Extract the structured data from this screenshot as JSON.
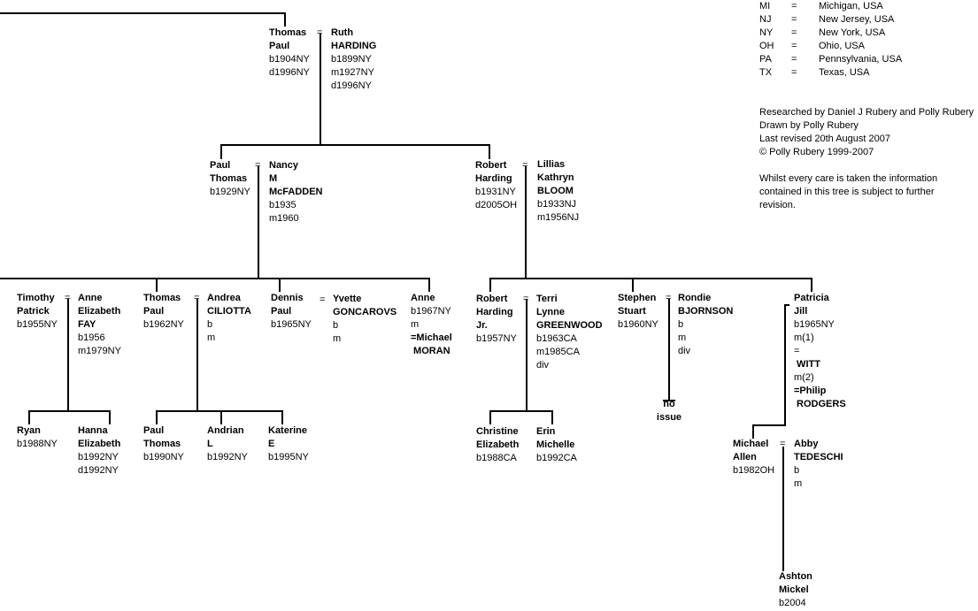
{
  "legend": [
    {
      "code": "MI",
      "eq": "=",
      "name": "Michigan, USA"
    },
    {
      "code": "NJ",
      "eq": "=",
      "name": "New Jersey, USA"
    },
    {
      "code": "NY",
      "eq": "=",
      "name": "New York, USA"
    },
    {
      "code": "OH",
      "eq": "=",
      "name": "Ohio, USA"
    },
    {
      "code": "PA",
      "eq": "=",
      "name": "Pennsylvania, USA"
    },
    {
      "code": "TX",
      "eq": "=",
      "name": "Texas, USA"
    }
  ],
  "credits": [
    "Researched by Daniel J Rubery and Polly Rubery",
    "Drawn by Polly Rubery",
    "Last revised 20th August 2007",
    "© Polly Rubery 1999-2007"
  ],
  "disclaimer": [
    "Whilst every care is taken the information",
    "contained in this tree is subject to further",
    "revision."
  ],
  "people": {
    "thomas_paul_sr": [
      {
        "t": "Thomas",
        "b": true
      },
      {
        "t": "Paul",
        "b": true
      },
      {
        "t": "b1904NY"
      },
      {
        "t": "d1996NY"
      }
    ],
    "ruth_harding": [
      {
        "t": "Ruth",
        "b": true
      },
      {
        "t": "HARDING",
        "b": true
      },
      {
        "t": "b1899NY"
      },
      {
        "t": "m1927NY"
      },
      {
        "t": "d1996NY"
      }
    ],
    "paul_thomas": [
      {
        "t": "Paul",
        "b": true
      },
      {
        "t": "Thomas",
        "b": true
      },
      {
        "t": "b1929NY"
      }
    ],
    "nancy_mcfadden": [
      {
        "t": "Nancy",
        "b": true
      },
      {
        "t": "M",
        "b": true
      },
      {
        "t": "McFADDEN",
        "b": true
      },
      {
        "t": "b1935"
      },
      {
        "t": "m1960"
      }
    ],
    "robert_harding": [
      {
        "t": "Robert",
        "b": true
      },
      {
        "t": "Harding",
        "b": true
      },
      {
        "t": "b1931NY"
      },
      {
        "t": "d2005OH"
      }
    ],
    "lillias_bloom": [
      {
        "t": "Lillias",
        "b": true
      },
      {
        "t": "Kathryn",
        "b": true
      },
      {
        "t": "BLOOM",
        "b": true
      },
      {
        "t": "b1933NJ"
      },
      {
        "t": "m1956NJ"
      }
    ],
    "timothy_patrick": [
      {
        "t": "Timothy",
        "b": true
      },
      {
        "t": "Patrick",
        "b": true
      },
      {
        "t": "b1955NY"
      }
    ],
    "anne_fay": [
      {
        "t": "Anne",
        "b": true
      },
      {
        "t": "Elizabeth",
        "b": true
      },
      {
        "t": "FAY",
        "b": true
      },
      {
        "t": "b1956"
      },
      {
        "t": "m1979NY"
      }
    ],
    "thomas_paul_jr": [
      {
        "t": "Thomas",
        "b": true
      },
      {
        "t": "Paul",
        "b": true
      },
      {
        "t": "b1962NY"
      }
    ],
    "andrea_ciliotta": [
      {
        "t": "Andrea",
        "b": true
      },
      {
        "t": "CILIOTTA",
        "b": true
      },
      {
        "t": "b"
      },
      {
        "t": "m"
      }
    ],
    "dennis_paul": [
      {
        "t": "Dennis",
        "b": true
      },
      {
        "t": "Paul",
        "b": true
      },
      {
        "t": "b1965NY"
      }
    ],
    "yvette_goncarovs": [
      {
        "t": "Yvette",
        "b": true
      },
      {
        "t": "GONCAROVS",
        "b": true
      },
      {
        "t": "b"
      },
      {
        "t": "m"
      }
    ],
    "anne_moran": [
      {
        "t": "Anne",
        "b": true
      },
      {
        "t": "b1967NY"
      },
      {
        "t": "m"
      },
      {
        "t": "=Michael",
        "b": true
      },
      {
        "t": " MORAN",
        "b": true
      }
    ],
    "robert_harding_jr": [
      {
        "t": "Robert",
        "b": true
      },
      {
        "t": "Harding",
        "b": true
      },
      {
        "t": "Jr.",
        "b": true
      },
      {
        "t": "b1957NY"
      }
    ],
    "terri_greenwood": [
      {
        "t": "Terri",
        "b": true
      },
      {
        "t": "Lynne",
        "b": true
      },
      {
        "t": "GREENWOOD",
        "b": true
      },
      {
        "t": "b1963CA"
      },
      {
        "t": "m1985CA"
      },
      {
        "t": "div"
      }
    ],
    "stephen_stuart": [
      {
        "t": "Stephen",
        "b": true
      },
      {
        "t": "Stuart",
        "b": true
      },
      {
        "t": "b1960NY"
      }
    ],
    "rondie_bjornson": [
      {
        "t": "Rondie",
        "b": true
      },
      {
        "t": "BJORNSON",
        "b": true
      },
      {
        "t": "b"
      },
      {
        "t": "m"
      },
      {
        "t": "div"
      }
    ],
    "patricia_jill": [
      {
        "t": "Patricia",
        "b": true
      },
      {
        "t": "Jill",
        "b": true
      },
      {
        "t": "b1965NY"
      },
      {
        "t": "m(1)"
      },
      {
        "t": "="
      },
      {
        "t": " WITT",
        "b": true
      },
      {
        "t": "m(2)"
      },
      {
        "t": "=Philip",
        "b": true
      },
      {
        "t": " RODGERS",
        "b": true
      }
    ],
    "ryan": [
      {
        "t": "Ryan",
        "b": true
      },
      {
        "t": "b1988NY"
      }
    ],
    "hanna_elizabeth": [
      {
        "t": "Hanna",
        "b": true
      },
      {
        "t": "Elizabeth",
        "b": true
      },
      {
        "t": "b1992NY"
      },
      {
        "t": "d1992NY"
      }
    ],
    "paul_thomas_b1990": [
      {
        "t": "Paul",
        "b": true
      },
      {
        "t": "Thomas",
        "b": true
      },
      {
        "t": "b1990NY"
      }
    ],
    "andrian_l": [
      {
        "t": "Andrian",
        "b": true
      },
      {
        "t": "L",
        "b": true
      },
      {
        "t": "b1992NY"
      }
    ],
    "katerine_e": [
      {
        "t": "Katerine",
        "b": true
      },
      {
        "t": "E",
        "b": true
      },
      {
        "t": "b1995NY"
      }
    ],
    "christine_elizabeth": [
      {
        "t": "Christine",
        "b": true
      },
      {
        "t": "Elizabeth",
        "b": true
      },
      {
        "t": "b1988CA"
      }
    ],
    "erin_michelle": [
      {
        "t": "Erin",
        "b": true
      },
      {
        "t": "Michelle",
        "b": true
      },
      {
        "t": "b1992CA"
      }
    ],
    "no_issue": [
      {
        "t": "no",
        "b": true
      },
      {
        "t": "issue",
        "b": true
      }
    ],
    "michael_allen": [
      {
        "t": "Michael",
        "b": true
      },
      {
        "t": "Allen",
        "b": true
      },
      {
        "t": "b1982OH"
      }
    ],
    "abby_tedeschi": [
      {
        "t": "Abby",
        "b": true
      },
      {
        "t": "TEDESCHI",
        "b": true
      },
      {
        "t": "b"
      },
      {
        "t": "m"
      }
    ],
    "ashton_mickel": [
      {
        "t": "Ashton",
        "b": true
      },
      {
        "t": "Mickel",
        "b": true
      },
      {
        "t": "b2004"
      }
    ]
  },
  "marriage_symbol": "=",
  "marriage_symbols": [
    "=",
    "=",
    "=",
    "=",
    "=",
    "=",
    "=",
    "=",
    "=",
    "="
  ]
}
